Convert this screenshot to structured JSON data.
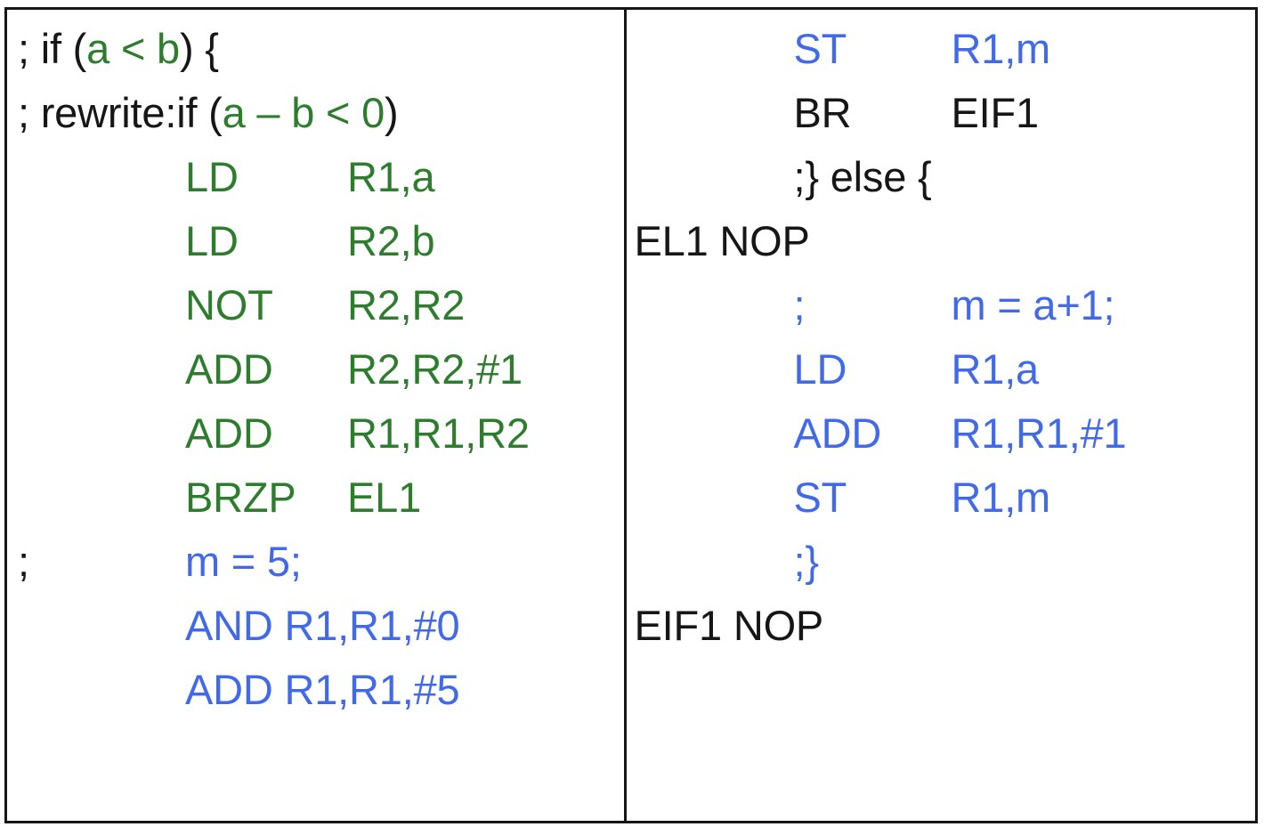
{
  "document": {
    "title": "LC-3 assembly if/else translation listing",
    "colors": {
      "black": "#161616",
      "green": "#2e7d2e",
      "blue": "#4169e8",
      "background": "#ffffff",
      "border": "#161616"
    }
  },
  "left_column": {
    "name": "if-condition-and-then-branch",
    "lines": [
      {
        "kind": "free",
        "indent": false,
        "segments": [
          {
            "text": "; if (",
            "color": "black"
          },
          {
            "text": "a < b",
            "color": "green"
          },
          {
            "text": ") {",
            "color": "black"
          }
        ]
      },
      {
        "kind": "free",
        "indent": false,
        "segments": [
          {
            "text": "; rewrite:if (",
            "color": "black"
          },
          {
            "text": "a – b < 0",
            "color": "green"
          },
          {
            "text": ")",
            "color": "black"
          }
        ]
      },
      {
        "kind": "instruction",
        "label": "",
        "mnemonic": "LD",
        "operands": "R1,a",
        "color": "green"
      },
      {
        "kind": "instruction",
        "label": "",
        "mnemonic": "LD",
        "operands": "R2,b",
        "color": "green"
      },
      {
        "kind": "instruction",
        "label": "",
        "mnemonic": "NOT",
        "operands": "R2,R2",
        "color": "green"
      },
      {
        "kind": "instruction",
        "label": "",
        "mnemonic": "ADD",
        "operands": "R2,R2,#1",
        "color": "green"
      },
      {
        "kind": "instruction",
        "label": "",
        "mnemonic": "ADD",
        "operands": "R1,R1,R2",
        "color": "green"
      },
      {
        "kind": "instruction",
        "label": "",
        "mnemonic": "BRZP",
        "operands": "EL1",
        "color": "green"
      },
      {
        "kind": "instruction",
        "label": ";",
        "label_color": "black",
        "mnemonic": "m = 5;",
        "operands": "",
        "color": "blue"
      },
      {
        "kind": "free",
        "indent": true,
        "segments": [
          {
            "text": "AND R1,R1,#0",
            "color": "blue"
          }
        ]
      },
      {
        "kind": "free",
        "indent": true,
        "segments": [
          {
            "text": "ADD R1,R1,#5",
            "color": "blue"
          }
        ]
      }
    ]
  },
  "right_column": {
    "name": "else-branch-and-end-labels",
    "lines": [
      {
        "kind": "instruction",
        "label": "",
        "mnemonic": "ST",
        "operands": "R1,m",
        "color": "blue"
      },
      {
        "kind": "instruction",
        "label": "",
        "mnemonic": "BR",
        "operands": "EIF1",
        "color": "black"
      },
      {
        "kind": "free",
        "indent": true,
        "segments": [
          {
            "text": ";} else {",
            "color": "black"
          }
        ]
      },
      {
        "kind": "free",
        "indent": false,
        "segments": [
          {
            "text": "EL1 NOP",
            "color": "black"
          }
        ]
      },
      {
        "kind": "instruction",
        "label": "",
        "mnemonic": ";",
        "operands": "m = a+1;",
        "color": "blue"
      },
      {
        "kind": "instruction",
        "label": "",
        "mnemonic": "LD",
        "operands": "R1,a",
        "color": "blue"
      },
      {
        "kind": "instruction",
        "label": "",
        "mnemonic": "ADD",
        "operands": "R1,R1,#1",
        "color": "blue"
      },
      {
        "kind": "instruction",
        "label": "",
        "mnemonic": "ST",
        "operands": "R1,m",
        "color": "blue"
      },
      {
        "kind": "free",
        "indent": true,
        "segments": [
          {
            "text": ";}",
            "color": "blue"
          }
        ]
      },
      {
        "kind": "free",
        "indent": false,
        "segments": [
          {
            "text": "EIF1 NOP",
            "color": "black"
          }
        ]
      }
    ]
  }
}
